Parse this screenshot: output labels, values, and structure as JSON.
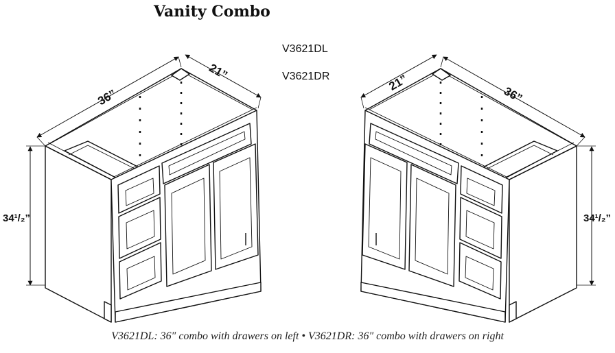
{
  "title": "Vanity Combo",
  "model_codes": [
    "V3621DL",
    "V3621DR"
  ],
  "caption": "V3621DL: 36″ combo with drawers on left • V3621DR: 36″ combo with drawers on right",
  "left_cabinet": {
    "width_label": "36”",
    "depth_label": "21”",
    "height_label": "34¹/₂”"
  },
  "right_cabinet": {
    "width_label": "36”",
    "depth_label": "21”",
    "height_label": "34¹/₂”"
  }
}
